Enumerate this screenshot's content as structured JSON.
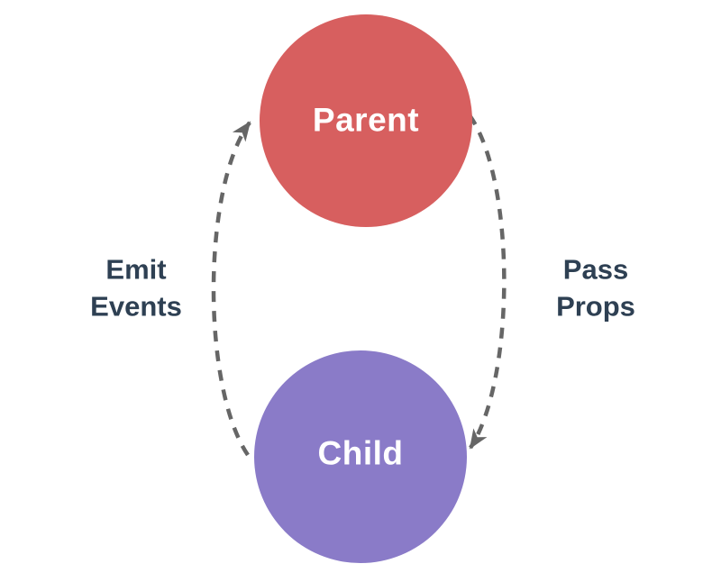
{
  "diagram": {
    "background": "#ffffff",
    "nodes": [
      {
        "id": "parent",
        "label": "Parent",
        "fill": "#d75f5f",
        "text_color": "#ffffff"
      },
      {
        "id": "child",
        "label": "Child",
        "fill": "#8a7bc8",
        "text_color": "#ffffff"
      }
    ],
    "edges": [
      {
        "id": "emit-events",
        "from": "child",
        "to": "parent",
        "side": "left",
        "direction": "up",
        "style": "dashed",
        "label_lines": [
          "Emit",
          "Events"
        ]
      },
      {
        "id": "pass-props",
        "from": "parent",
        "to": "child",
        "side": "right",
        "direction": "down",
        "style": "dashed",
        "label_lines": [
          "Pass",
          "Props"
        ]
      }
    ],
    "colors": {
      "edge": "#666666",
      "edge_label_text": "#2e4053"
    }
  }
}
